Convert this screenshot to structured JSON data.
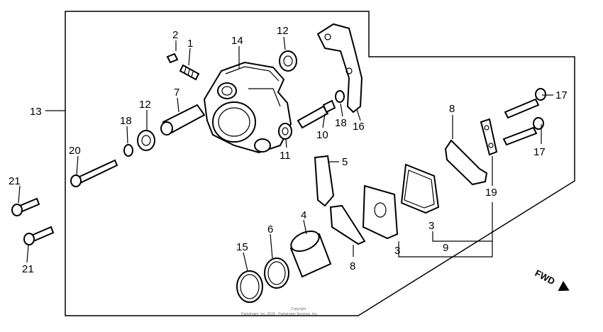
{
  "callouts": {
    "c1": "1",
    "c2": "2",
    "c3a": "3",
    "c3b": "3",
    "c4": "4",
    "c5": "5",
    "c6": "6",
    "c7": "7",
    "c8a": "8",
    "c8b": "8",
    "c9": "9",
    "c10": "10",
    "c11": "11",
    "c12a": "12",
    "c12b": "12",
    "c13": "13",
    "c14": "14",
    "c15": "15",
    "c16": "16",
    "c17a": "17",
    "c17b": "17",
    "c18a": "18",
    "c18b": "18",
    "c19": "19",
    "c20": "20",
    "c21a": "21",
    "c21b": "21"
  },
  "fwd_label": "FWD",
  "copyright": {
    "line1": "Copyright",
    "line2": "Partstream, Inc. 2024 - Partstream Services, Inc."
  }
}
